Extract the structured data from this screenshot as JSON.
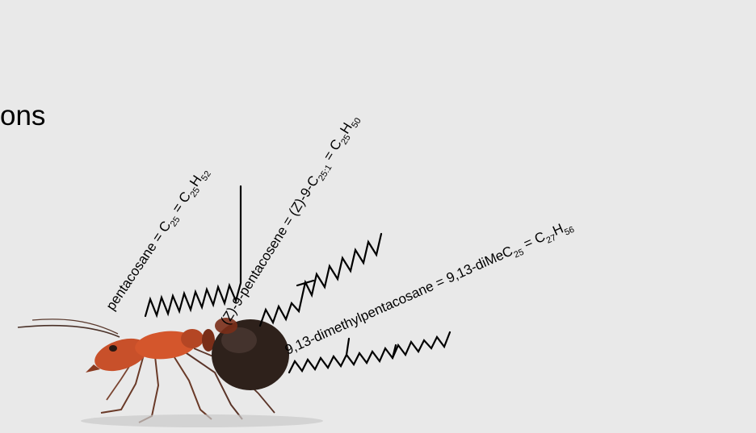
{
  "heading_fragment": "ons",
  "compounds": [
    {
      "name": "pentacosane",
      "label": {
        "prefix": "pentacosane = C",
        "s1": "25",
        "mid": " = C",
        "s2": "25",
        "h": "H",
        "s3": "52"
      }
    },
    {
      "name": "(Z)-9-pentacosene",
      "label": {
        "prefix": "(Z)-9-pentacosene = (Z)-9-C",
        "s1": "25:1",
        "mid": " = C",
        "s2": "25",
        "h": "H",
        "s3": "50"
      }
    },
    {
      "name": "9,13-dimethylpentacosane",
      "label": {
        "prefix": "9,13-dimethylpentacosane = 9,13-diMeC",
        "s1": "25",
        "mid": " = C",
        "s2": "27",
        "h": "H",
        "s3": "56"
      }
    }
  ],
  "colors": {
    "background": "#e9e9e9",
    "text": "#000000",
    "ant_head": "#c8502a",
    "ant_abdomen": "#2e211b"
  },
  "icons": [
    "ant-illustration"
  ]
}
